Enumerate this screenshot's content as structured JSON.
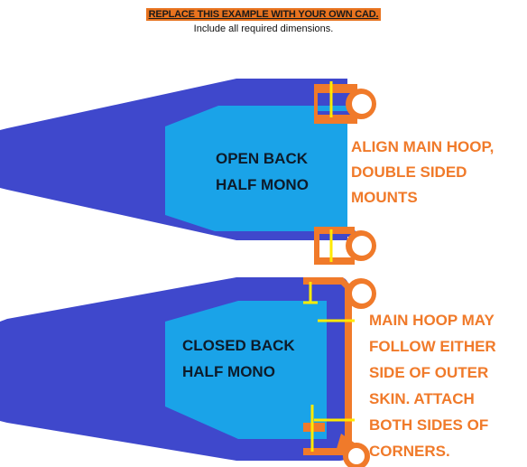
{
  "header": {
    "banner": "REPLACE THIS EXAMPLE WITH YOUR OWN CAD.",
    "subnote": "Include all required dimensions."
  },
  "top_panel": {
    "label_line1": "OPEN BACK",
    "label_line2": "HALF MONO",
    "note_line1": "ALIGN MAIN HOOP,",
    "note_line2": "DOUBLE SIDED",
    "note_line3": "MOUNTS"
  },
  "bottom_panel": {
    "label_line1": "CLOSED BACK",
    "label_line2": "HALF MONO",
    "note_line1": "MAIN HOOP MAY",
    "note_line2": "FOLLOW EITHER",
    "note_line3": "SIDE OF OUTER",
    "note_line4": "SKIN. ATTACH",
    "note_line5": "BOTH SIDES OF",
    "note_line6": "CORNERS."
  },
  "colors": {
    "outer_skin": "#3f48cc",
    "inner_bay": "#1aa3e8",
    "mount_orange": "#f07a2a",
    "marker_yellow": "#ffea00"
  }
}
